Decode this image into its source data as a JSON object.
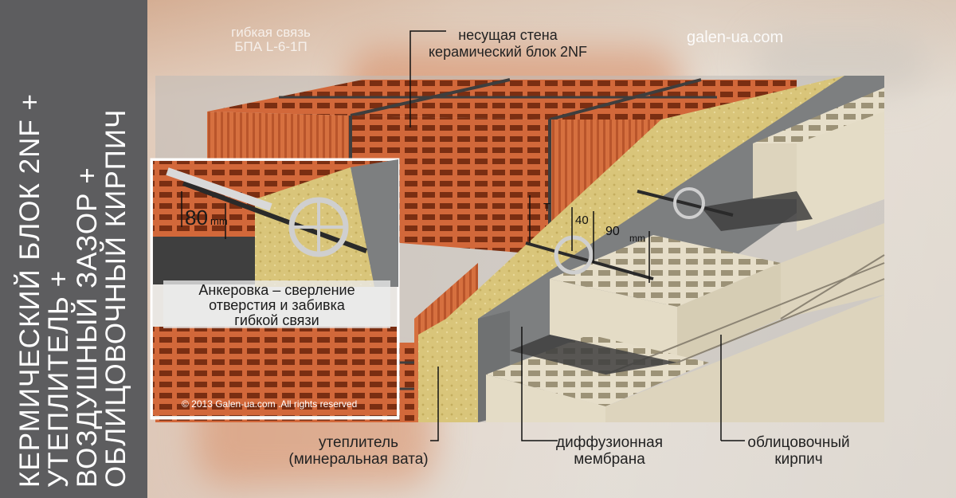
{
  "sidebar": {
    "title": "КЕРМИЧЕСКИЙ БЛОК 2NF +\nУТЕПЛИТЕЛЬ +\nВОЗДУШНЫЙ ЗАЗОР +\nОБЛИЦОВОЧНЫЙ КИРПИЧ"
  },
  "header": {
    "tie_line1": "гибкая связь",
    "tie_line2": "БПА L-6-1П",
    "wall_line1": "несущая стена",
    "wall_line2": "керамический блок 2NF",
    "site": "galen-ua.com"
  },
  "inset": {
    "size_value": "80",
    "size_unit": "mm",
    "caption_line1": "Анкеровка – сверление",
    "caption_line2": "отверстия и забивка",
    "caption_line3": "гибкой связи",
    "copyright": "© 2013 Galen-ua.com .All rights reserved"
  },
  "dimensions": {
    "t": "T",
    "gap": "40",
    "depth": "90",
    "unit": "mm"
  },
  "labels": {
    "insulation_line1": "утеплитель",
    "insulation_line2": "(минеральная вата)",
    "membrane_line1": "диффузионная",
    "membrane_line2": "мембрана",
    "facing_line1": "облицовочный",
    "facing_line2": "кирпич"
  },
  "colors": {
    "sidebar": "#5d5d5f",
    "ceramic": "#d2683a",
    "ceramic_dark": "#a84a24",
    "wool": "#d9c57a",
    "membrane": "#7d7f80",
    "facing_brick": "#e4dcc6",
    "mortar": "#3e3e3e"
  }
}
